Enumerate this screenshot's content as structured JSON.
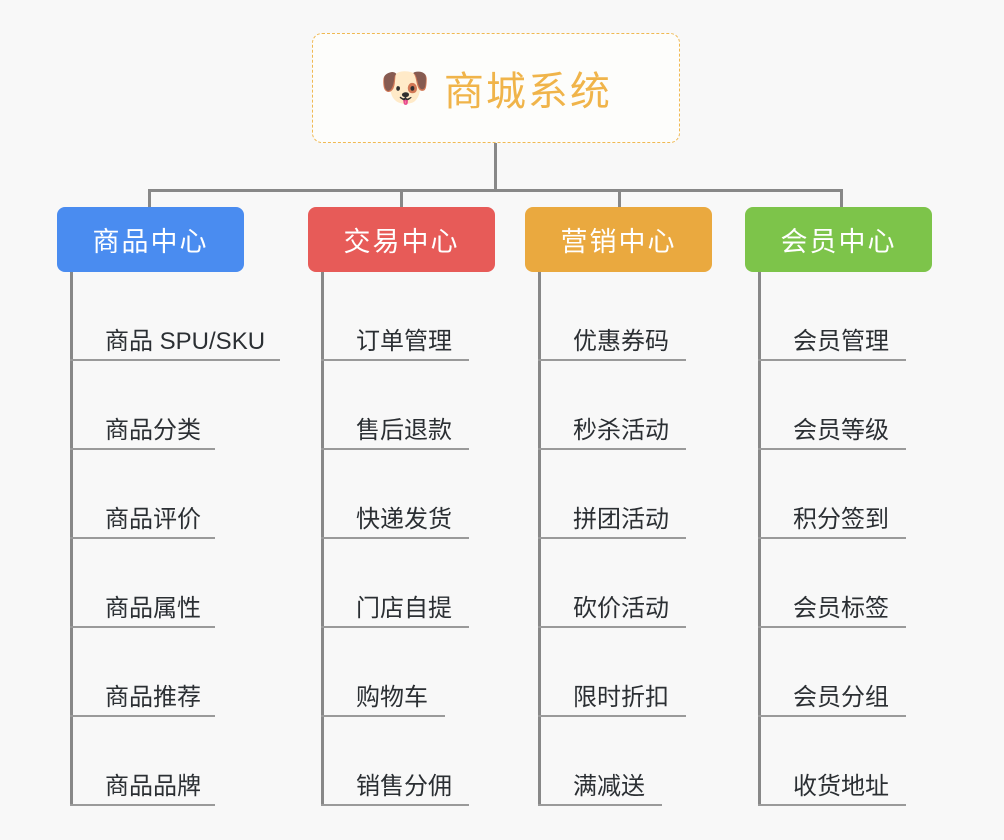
{
  "diagram": {
    "title": "商城系统",
    "root": {
      "icon": "dog-face-icon",
      "emoji": "🐶",
      "label": "商城系统",
      "border_color": "#f0b952",
      "text_color": "#f0b44a",
      "background": "#fdfdfb"
    },
    "background_color": "#f8f8f8",
    "connector_color": "#888888",
    "leaf_text_color": "#2b2f33",
    "leaf_underline_color": "#9a9a9a",
    "columns": [
      {
        "id": "product-center",
        "label": "商品中心",
        "color": "#4a8cf0",
        "items": [
          "商品 SPU/SKU",
          "商品分类",
          "商品评价",
          "商品属性",
          "商品推荐",
          "商品品牌"
        ]
      },
      {
        "id": "trade-center",
        "label": "交易中心",
        "color": "#e75b58",
        "items": [
          "订单管理",
          "售后退款",
          "快递发货",
          "门店自提",
          "购物车",
          "销售分佣"
        ]
      },
      {
        "id": "marketing-center",
        "label": "营销中心",
        "color": "#eaa93f",
        "items": [
          "优惠券码",
          "秒杀活动",
          "拼团活动",
          "砍价活动",
          "限时折扣",
          "满减送"
        ]
      },
      {
        "id": "member-center",
        "label": "会员中心",
        "color": "#7dc44a",
        "items": [
          "会员管理",
          "会员等级",
          "积分签到",
          "会员标签",
          "会员分组",
          "收货地址"
        ]
      }
    ]
  }
}
